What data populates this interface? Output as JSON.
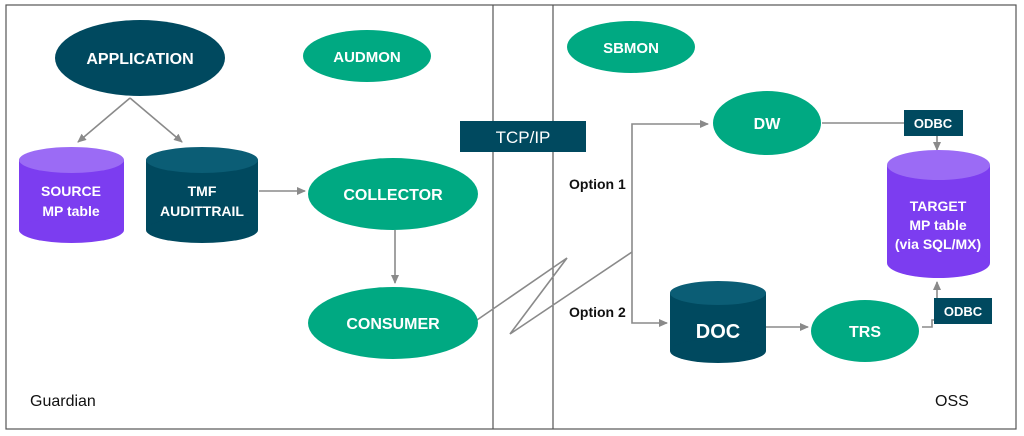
{
  "colors": {
    "teal": "#00a982",
    "dark_teal": "#00495f",
    "purple": "#7c3df0",
    "connector": "#8a8a8a",
    "text_on_shape": "#ffffff"
  },
  "regions": {
    "left_label": "Guardian",
    "right_label": "OSS",
    "middle_label": "TCP/IP"
  },
  "nodes": {
    "application": "APPLICATION",
    "audmon": "AUDMON",
    "sbmon": "SBMON",
    "source_line1": "SOURCE",
    "source_line2": "MP table",
    "tmf_line1": "TMF",
    "tmf_line2": "AUDITTRAIL",
    "collector": "COLLECTOR",
    "consumer": "CONSUMER",
    "dw": "DW",
    "doc": "DOC",
    "trs": "TRS",
    "target_line1": "TARGET",
    "target_line2": "MP table",
    "target_line3": "(via SQL/MX)",
    "odbc_top": "ODBC",
    "odbc_bottom": "ODBC"
  },
  "options": {
    "option1": "Option 1",
    "option2": "Option 2"
  }
}
